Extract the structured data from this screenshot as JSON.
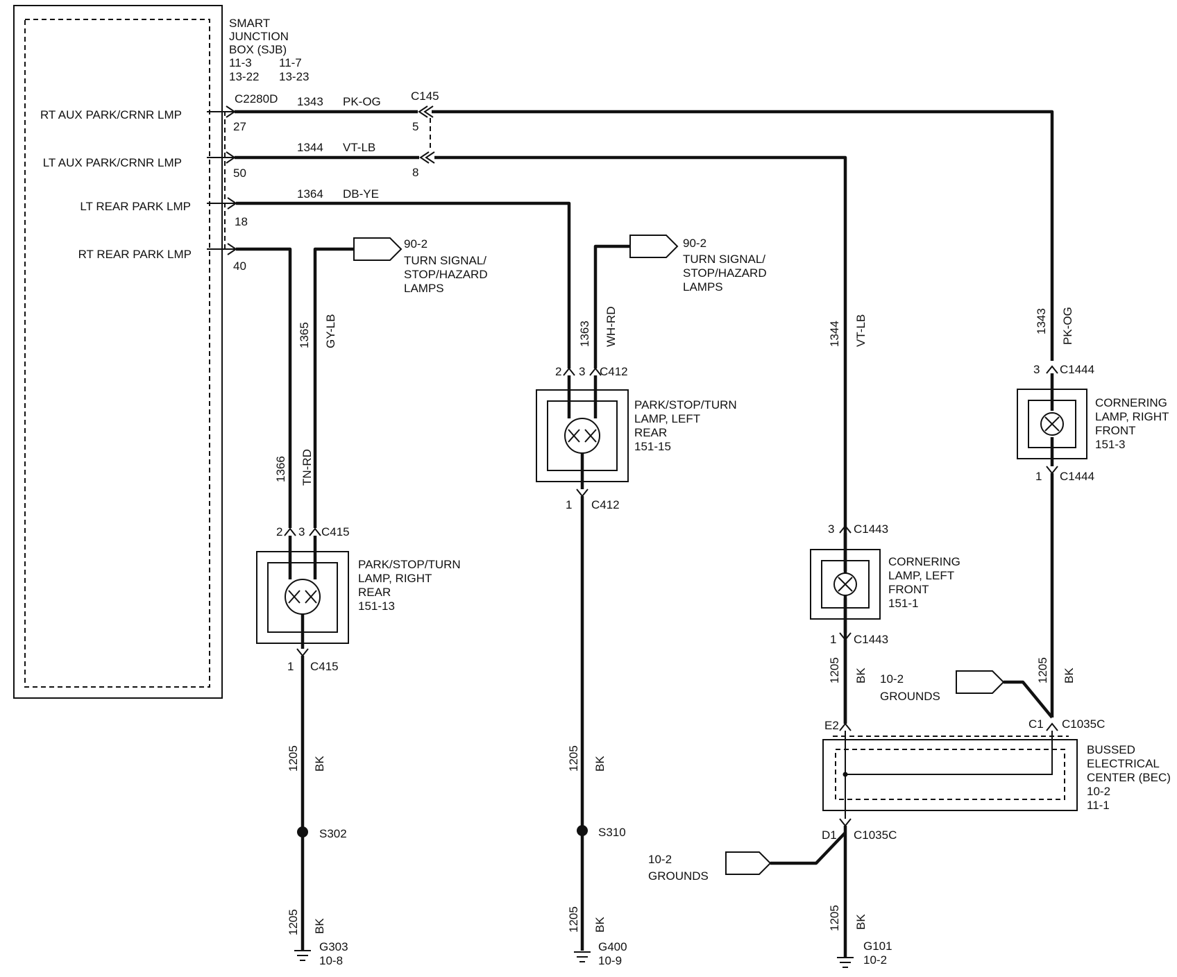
{
  "sjb": {
    "label": [
      "SMART",
      "JUNCTION",
      "BOX (SJB)"
    ],
    "refs_row1": [
      "11-3",
      "11-7"
    ],
    "refs_row2": [
      "13-22",
      "13-23"
    ],
    "connector": "C2280D",
    "circuits": [
      {
        "label": "RT AUX PARK/CRNR LMP",
        "pin": "27"
      },
      {
        "label": "LT AUX PARK/CRNR LMP",
        "pin": "50"
      },
      {
        "label": "LT REAR PARK LMP",
        "pin": "18"
      },
      {
        "label": "RT REAR PARK LMP",
        "pin": "40"
      }
    ]
  },
  "wires": {
    "w1343": {
      "num": "1343",
      "color": "PK-OG"
    },
    "w1344": {
      "num": "1344",
      "color": "VT-LB"
    },
    "w1364": {
      "num": "1364",
      "color": "DB-YE"
    },
    "w1365": {
      "num": "1365",
      "color": "GY-LB"
    },
    "w1366": {
      "num": "1366",
      "color": "TN-RD"
    },
    "w1363": {
      "num": "1363",
      "color": "WH-RD"
    },
    "w1205": {
      "num": "1205",
      "color": "BK"
    }
  },
  "c145": {
    "name": "C145",
    "pin_a": "5",
    "pin_b": "8"
  },
  "turn_ref": {
    "page": "90-2",
    "text": [
      "TURN SIGNAL/",
      "STOP/HAZARD",
      "LAMPS"
    ]
  },
  "lamp_rr": {
    "connector": "C415",
    "pin2": "2",
    "pin3": "3",
    "pin1": "1",
    "text": [
      "PARK/STOP/TURN",
      "LAMP, RIGHT",
      "REAR",
      "151-13"
    ]
  },
  "lamp_lr": {
    "connector": "C412",
    "pin2": "2",
    "pin3": "3",
    "pin1": "1",
    "text": [
      "PARK/STOP/TURN",
      "LAMP, LEFT",
      "REAR",
      "151-15"
    ]
  },
  "lamp_lf": {
    "connector": "C1443",
    "pin3": "3",
    "pin1": "1",
    "text": [
      "CORNERING",
      "LAMP, LEFT",
      "FRONT",
      "151-1"
    ]
  },
  "lamp_rf": {
    "connector": "C1444",
    "pin3": "3",
    "pin1": "1",
    "text": [
      "CORNERING",
      "LAMP, RIGHT",
      "FRONT",
      "151-3"
    ]
  },
  "splices": {
    "s302": "S302",
    "s310": "S310"
  },
  "grounds": {
    "g303": {
      "name": "G303",
      "page": "10-8"
    },
    "g400": {
      "name": "G400",
      "page": "10-9"
    },
    "g101": {
      "name": "G101",
      "page": "10-2"
    }
  },
  "grounds_ref": {
    "page": "10-2",
    "text": "GROUNDS"
  },
  "bec": {
    "text": [
      "BUSSED",
      "ELECTRICAL",
      "CENTER (BEC)",
      "10-2",
      "11-1"
    ],
    "connector": "C1035C",
    "pin_c1": "C1",
    "pin_e2": "E2",
    "pin_d1": "D1"
  }
}
